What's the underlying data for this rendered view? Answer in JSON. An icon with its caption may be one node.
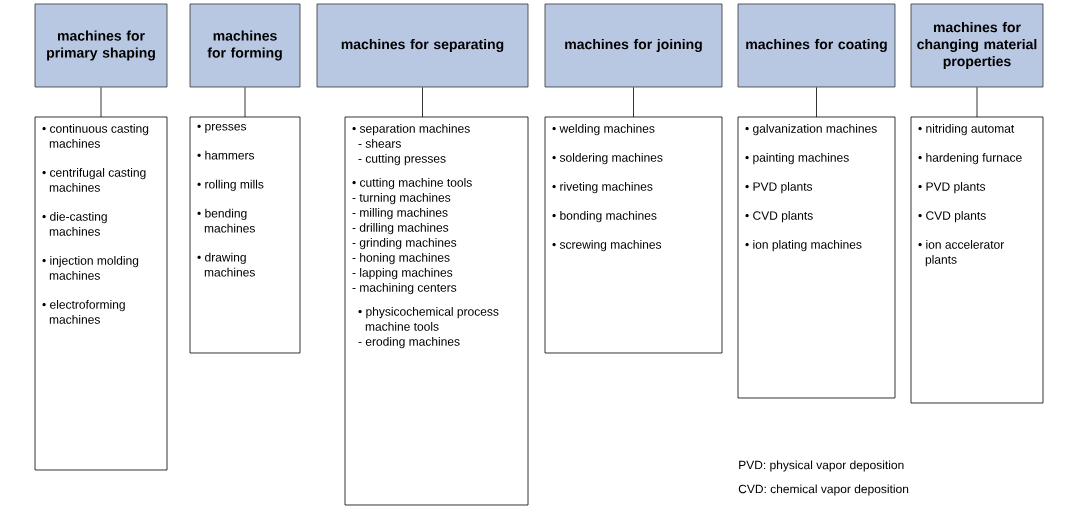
{
  "diagram": {
    "nodes": [
      {
        "text": [
          "machines for primary shaping"
        ]
      },
      {
        "text": [
          "• continuous casting machines",
          "• centrifugal casting machines",
          "• die-casting machines",
          "• injection molding machines",
          "• electroforming machines"
        ]
      },
      {
        "text": [
          "machines for forming"
        ]
      },
      {
        "text": [
          "• presses",
          "• hammers",
          "• rolling mills",
          "• bending machines",
          "• drawing machines"
        ]
      },
      {
        "text": [
          "machines for separating"
        ]
      },
      {
        "text": [
          "• separation machines",
          "- shears",
          "- cutting presses",
          "• cutting machine tools",
          "- turning machines",
          "- milling machines",
          "- drilling machines",
          "- grinding machines",
          "- honing machines",
          "- lapping machines",
          "- machining centers",
          "• physicochemical process machine tools",
          "- eroding  machines"
        ]
      },
      {
        "text": [
          "machines for joining"
        ]
      },
      {
        "text": [
          "• welding machines",
          "• soldering machines",
          "• riveting machines",
          "• bonding machines",
          "• screwing machines"
        ]
      },
      {
        "text": [
          "machines for coating"
        ]
      },
      {
        "text": [
          "• galvanization machines",
          "• painting machines",
          "• PVD plants",
          "• CVD plants",
          "• ion plating machines"
        ]
      },
      {
        "text": [
          "machines for changing material properties"
        ]
      },
      {
        "text": [
          "• nitriding automat",
          "• hardening furnace",
          "• PVD plants",
          "• CVD plants",
          "• ion accelerator plants"
        ]
      }
    ],
    "edges": [
      {
        "from": 0,
        "to": 1,
        "arrow": "none"
      },
      {
        "from": 2,
        "to": 3,
        "arrow": "none"
      },
      {
        "from": 4,
        "to": 5,
        "arrow": "none"
      },
      {
        "from": 6,
        "to": 7,
        "arrow": "none"
      },
      {
        "from": 8,
        "to": 9,
        "arrow": "none"
      },
      {
        "from": 10,
        "to": 11,
        "arrow": "none"
      }
    ],
    "labels": [
      "PVD: physical vapor deposition",
      "CVD: chemical vapor deposition"
    ]
  }
}
